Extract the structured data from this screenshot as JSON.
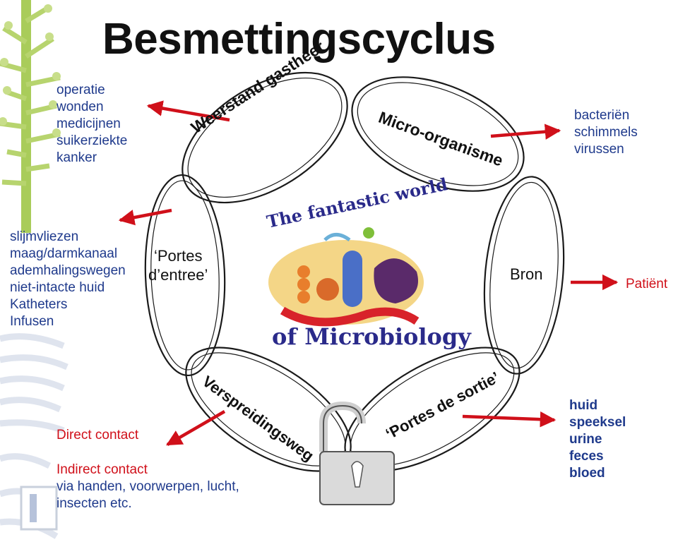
{
  "title": "Besmettingscyclus",
  "cycle": {
    "weerstand": "Weerstand gastheer",
    "micro": "Micro-organisme",
    "bron": "Bron",
    "sortie": "‘Portes de sortie’",
    "verspreiding": "Verspreidingsweg",
    "entree_line1": "‘Portes",
    "entree_line2": "d’entree’"
  },
  "logo": {
    "line1": "The fantastic world",
    "line2": "of Microbiology"
  },
  "notes": {
    "host_factors": [
      "operatie",
      "wonden",
      "medicijnen",
      "suikerziekte",
      "kanker"
    ],
    "organisms": [
      "bacteriën",
      "schimmels",
      "virussen"
    ],
    "entry_points": [
      "slijmvliezen",
      "maag/darmkanaal",
      "ademhalingswegen",
      "niet-intacte huid",
      "Katheters",
      "Infusen"
    ],
    "source": "Patiënt",
    "exit_routes": [
      "huid",
      "speeksel",
      "urine",
      "feces",
      "bloed"
    ],
    "direct_contact": "Direct contact",
    "indirect_contact": "Indirect contact",
    "indirect_detail_1": "via handen, voorwerpen, lucht,",
    "indirect_detail_2": "insecten etc."
  },
  "colors": {
    "arrow": "#d0101a",
    "blue_text": "#1f3a8c",
    "ring": "#1a1a1a",
    "tree": "#8fbf3a",
    "decor": "#e3e7ef"
  },
  "icons": [
    "padlock-icon",
    "tree-icon",
    "microbes-logo"
  ]
}
